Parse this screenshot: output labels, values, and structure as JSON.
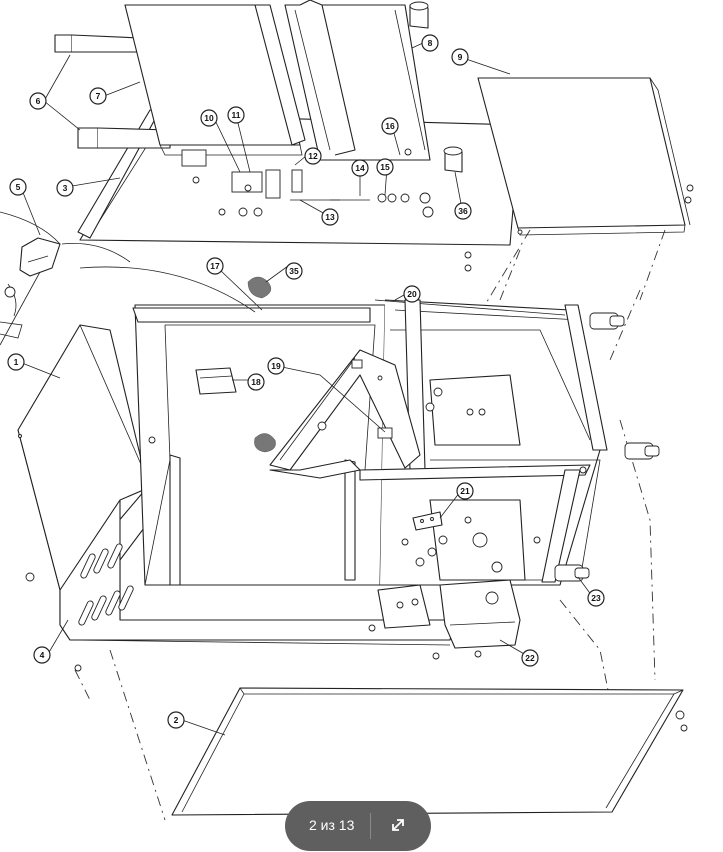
{
  "diagram": {
    "callouts": [
      {
        "n": "1"
      },
      {
        "n": "2"
      },
      {
        "n": "3"
      },
      {
        "n": "4"
      },
      {
        "n": "5"
      },
      {
        "n": "6"
      },
      {
        "n": "7"
      },
      {
        "n": "8"
      },
      {
        "n": "9"
      },
      {
        "n": "10"
      },
      {
        "n": "11"
      },
      {
        "n": "12"
      },
      {
        "n": "13"
      },
      {
        "n": "14"
      },
      {
        "n": "15"
      },
      {
        "n": "16"
      },
      {
        "n": "17"
      },
      {
        "n": "18"
      },
      {
        "n": "19"
      },
      {
        "n": "20"
      },
      {
        "n": "21"
      },
      {
        "n": "22"
      },
      {
        "n": "23"
      },
      {
        "n": "35"
      },
      {
        "n": "36"
      }
    ]
  },
  "viewer": {
    "page_counter": "2 из 13",
    "expand_icon": "expand-arrows-icon"
  }
}
